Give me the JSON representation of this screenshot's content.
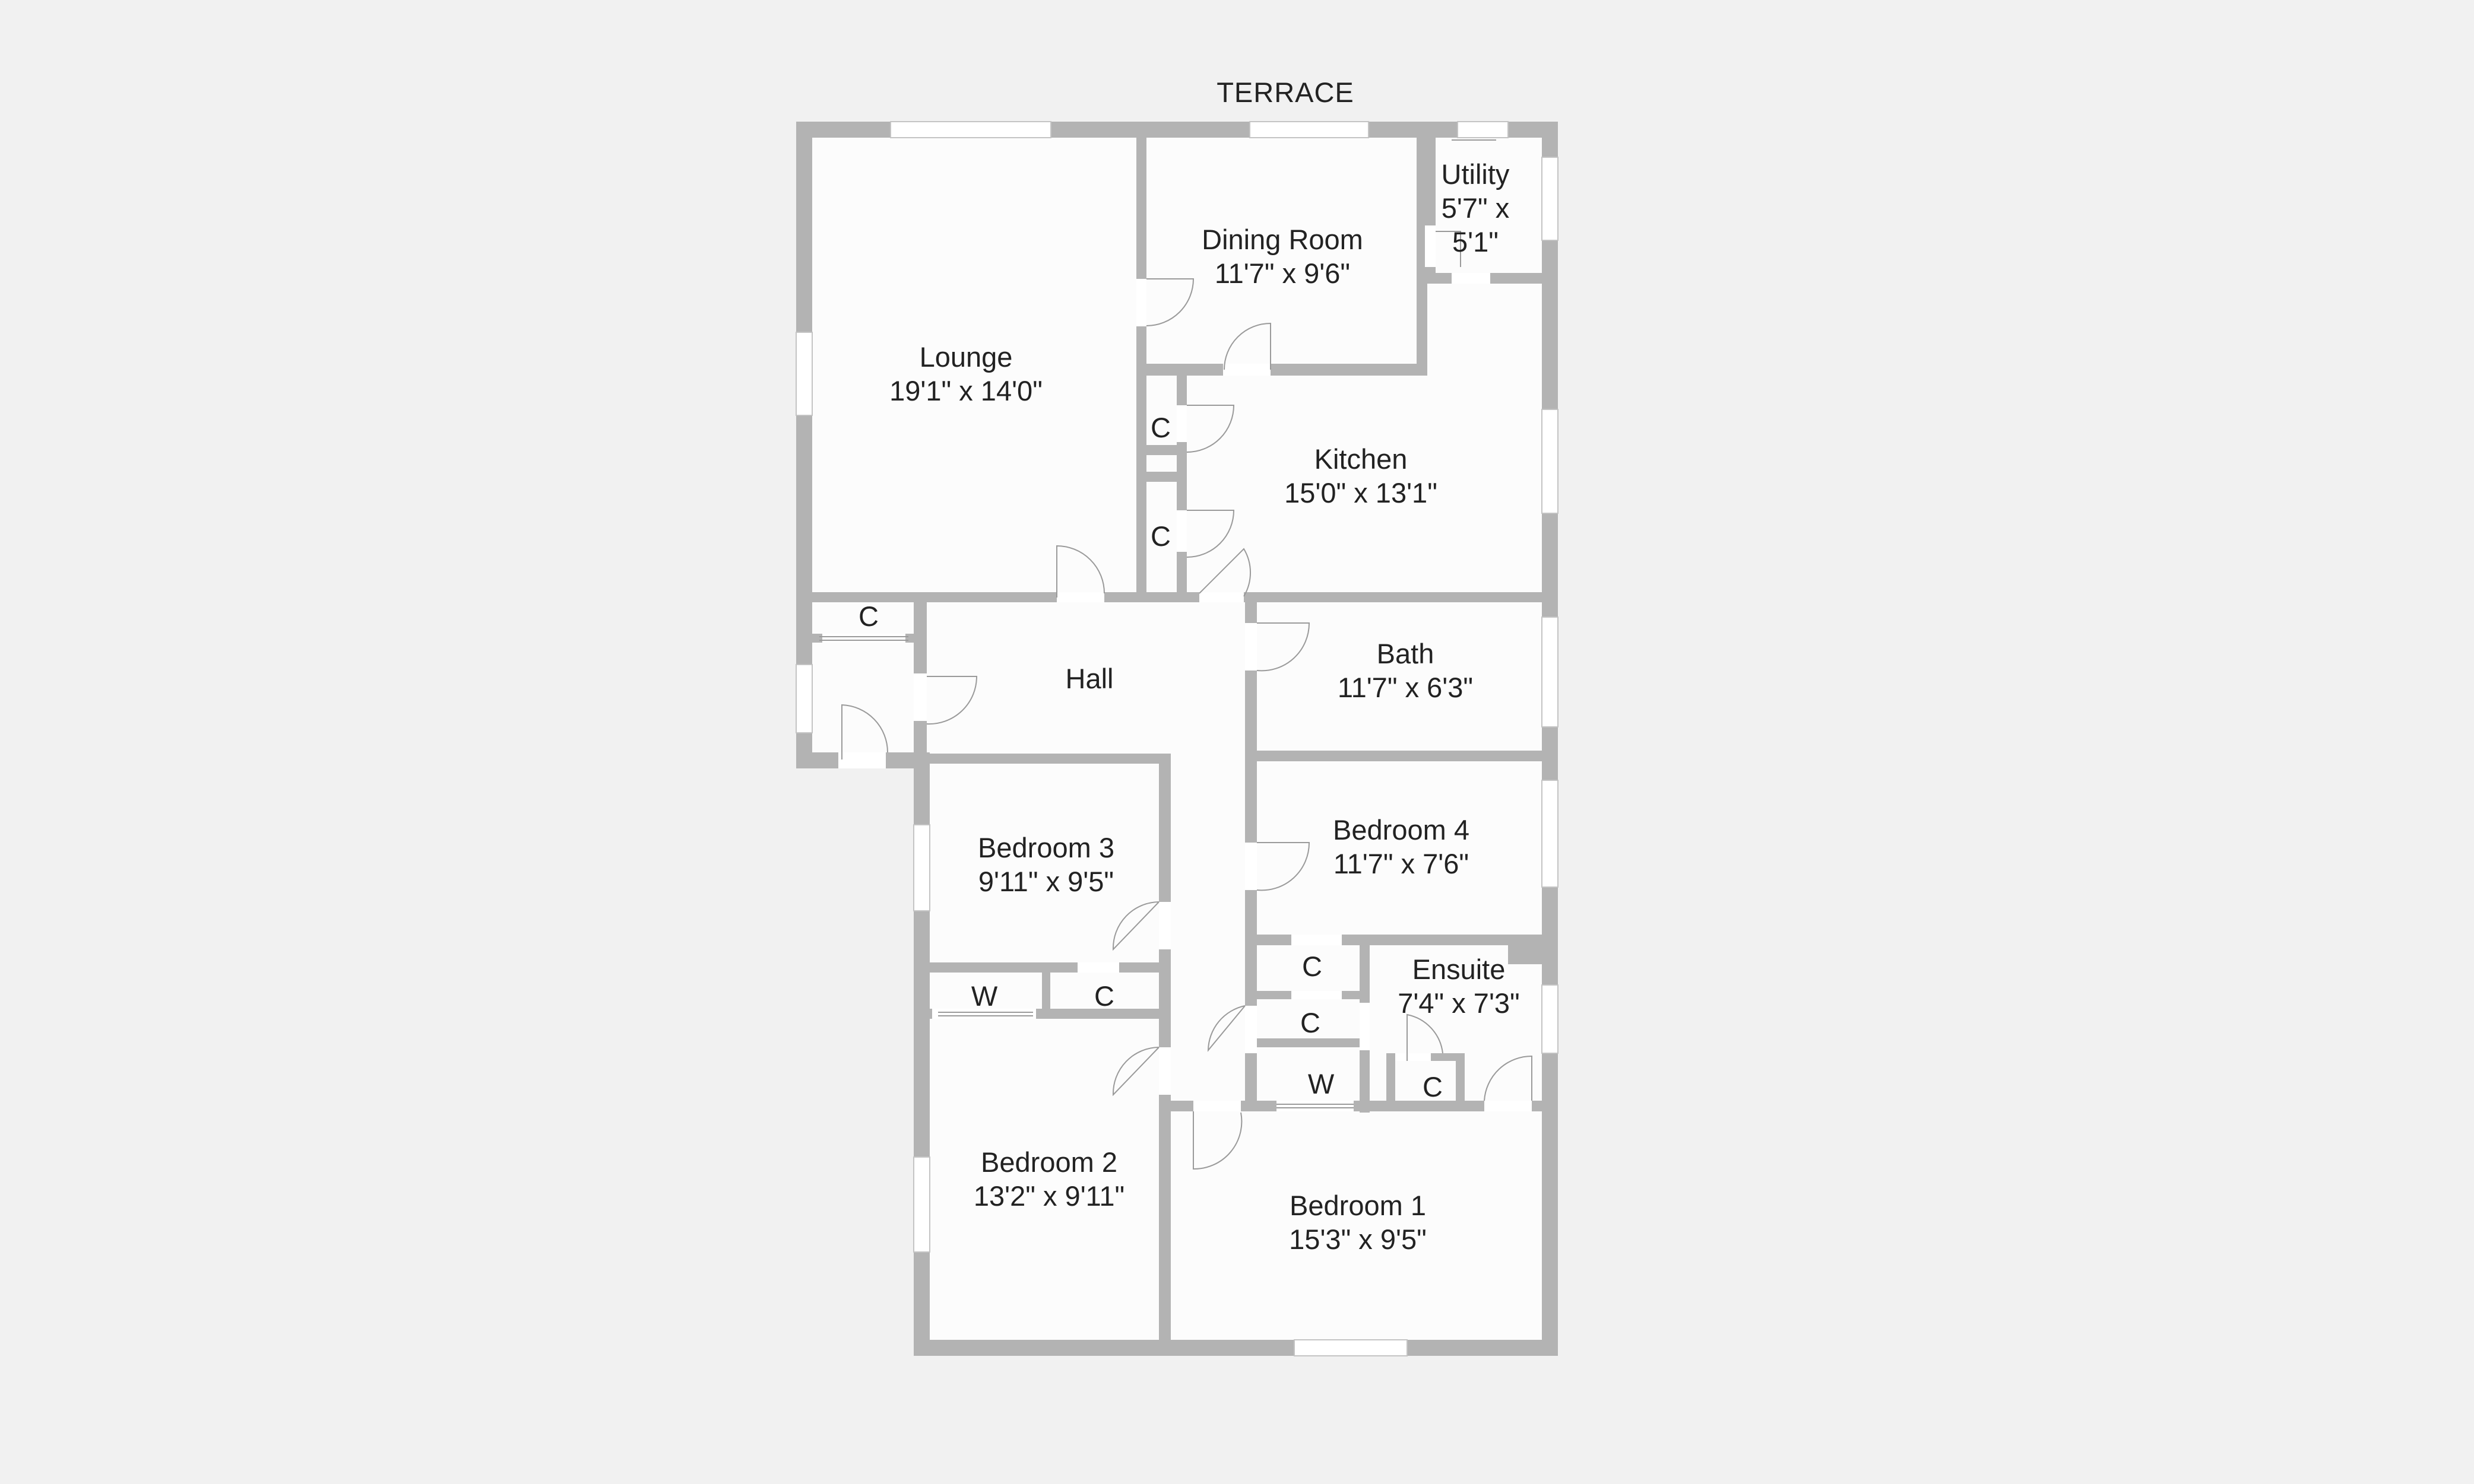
{
  "terrace_label": "TERRACE",
  "colors": {
    "background": "#f1f1f1",
    "floor": "#fcfcfc",
    "wall": "#b3b3b3",
    "opening": "#ffffff",
    "door_line": "#9a9a9a"
  },
  "rooms": {
    "lounge": {
      "name": "Lounge",
      "size": "19'1\" x 14'0\""
    },
    "dining": {
      "name": "Dining Room",
      "size": "11'7\" x 9'6\""
    },
    "utility": {
      "name": "Utility",
      "size_line1": "5'7\" x",
      "size_line2": "5'1\""
    },
    "kitchen": {
      "name": "Kitchen",
      "size": "15'0\" x 13'1\""
    },
    "hall": {
      "name": "Hall"
    },
    "bath": {
      "name": "Bath",
      "size": "11'7\" x 6'3\""
    },
    "bedroom3": {
      "name": "Bedroom 3",
      "size": "9'11\" x 9'5\""
    },
    "bedroom4": {
      "name": "Bedroom 4",
      "size": "11'7\" x 7'6\""
    },
    "ensuite": {
      "name": "Ensuite",
      "size": "7'4\" x 7'3\""
    },
    "bedroom2": {
      "name": "Bedroom 2",
      "size": "13'2\" x 9'11\""
    },
    "bedroom1": {
      "name": "Bedroom 1",
      "size": "15'3\" x 9'5\""
    }
  },
  "storage": {
    "cupboard": "C",
    "wardrobe": "W"
  }
}
